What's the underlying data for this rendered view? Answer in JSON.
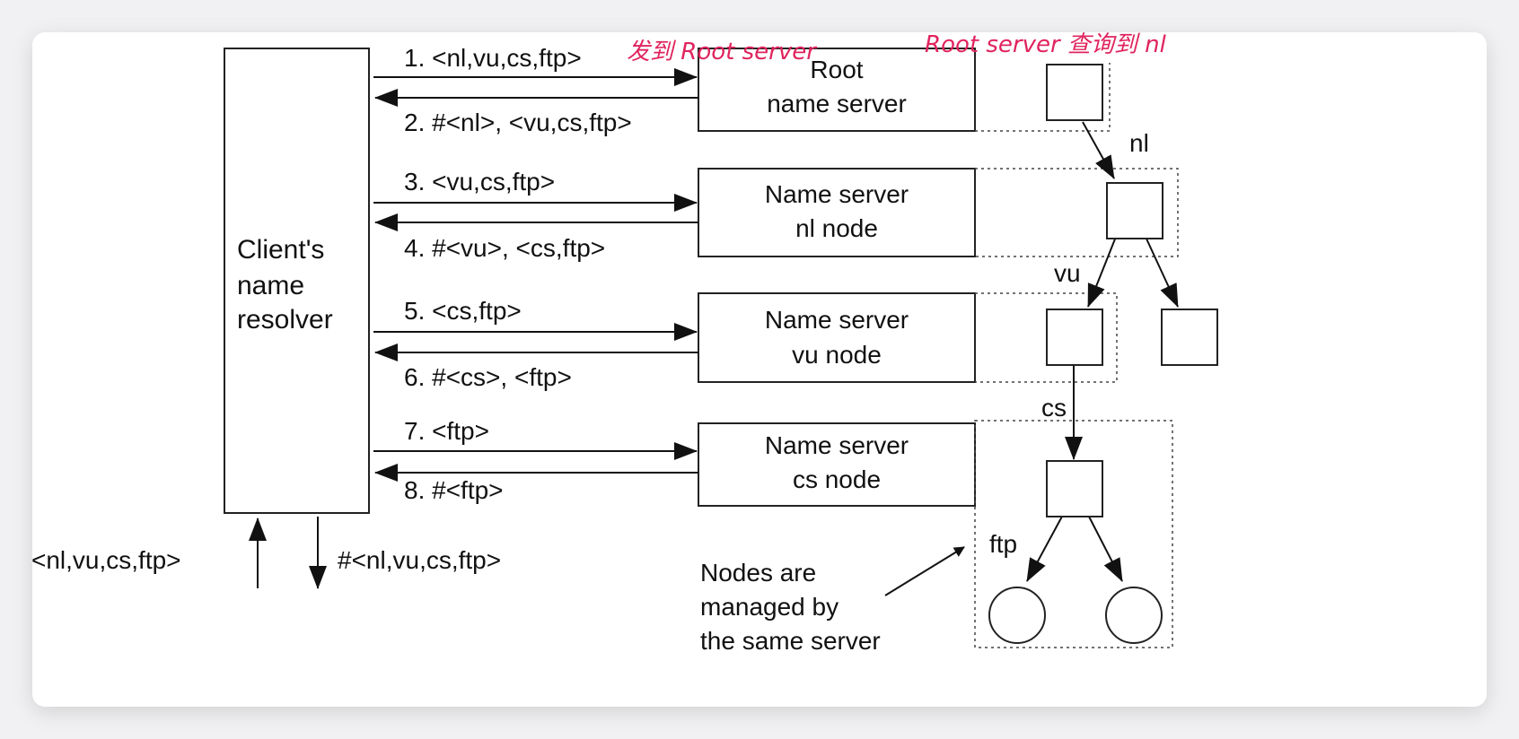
{
  "resolver": {
    "lines": [
      "Client's",
      "name",
      "resolver"
    ]
  },
  "input_label": "<nl,vu,cs,ftp>",
  "output_label": "#<nl,vu,cs,ftp>",
  "servers": [
    {
      "line1": "Root",
      "line2": "name server"
    },
    {
      "line1": "Name server",
      "line2": "nl node"
    },
    {
      "line1": "Name server",
      "line2": "vu node"
    },
    {
      "line1": "Name server",
      "line2": "cs node"
    }
  ],
  "messages": [
    {
      "request": "1. <nl,vu,cs,ftp>",
      "reply": "2. #<nl>, <vu,cs,ftp>"
    },
    {
      "request": "3. <vu,cs,ftp>",
      "reply": "4. #<vu>, <cs,ftp>"
    },
    {
      "request": "5. <cs,ftp>",
      "reply": "6. #<cs>, <ftp>"
    },
    {
      "request": "7. <ftp>",
      "reply": "8. #<ftp>"
    }
  ],
  "tree_edges": {
    "nl": "nl",
    "vu": "vu",
    "cs": "cs",
    "ftp": "ftp"
  },
  "note": {
    "lines": [
      "Nodes are",
      "managed by",
      "the same server"
    ]
  },
  "annotations": {
    "left": "发到 Root server",
    "right": "Root server 查询到 nl",
    "color": "#e0245e"
  }
}
